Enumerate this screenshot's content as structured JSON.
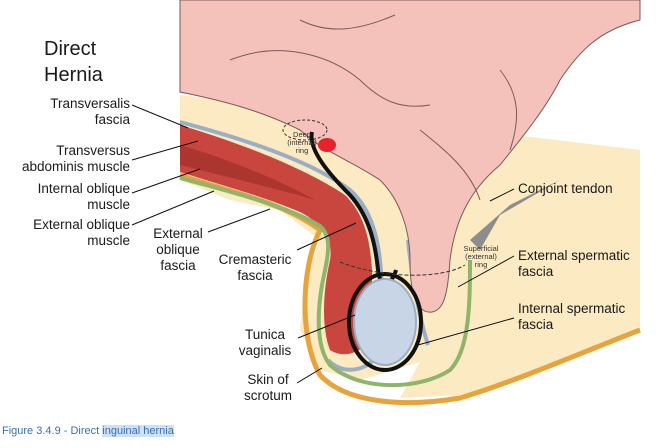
{
  "title": [
    "Direct",
    "Hernia"
  ],
  "labels": {
    "transversalis": [
      "Transversalis",
      "fascia"
    ],
    "transversus": [
      "Transversus",
      "abdominis muscle"
    ],
    "internal_oblique": [
      "Internal oblique",
      "muscle"
    ],
    "external_oblique": [
      "External oblique",
      "muscle"
    ],
    "external_oblique_fascia": [
      "External",
      "oblique",
      "fascia"
    ],
    "cremasteric": [
      "Cremasteric",
      "fascia"
    ],
    "tunica": [
      "Tunica",
      "vaginalis"
    ],
    "skin": [
      "Skin of",
      "scrotum"
    ],
    "conjoint": "Conjoint tendon",
    "external_spermatic": [
      "External spermatic",
      "fascia"
    ],
    "internal_spermatic": [
      "Internal spermatic",
      "fascia"
    ],
    "deep_ring": [
      "Deep",
      "(internal)",
      "ring"
    ],
    "superficial_ring": [
      "Superficial",
      "(external)",
      "ring"
    ]
  },
  "caption": {
    "prefix": "Figure 3.4.9 - Direct ",
    "highlight": "inguinal hernia"
  },
  "colors": {
    "intestine": "#f4c2bb",
    "intestine_line": "#7a5a57",
    "fat": "#fbeac2",
    "muscle": "#c9463e",
    "muscle_dark": "#9e2f2a",
    "fascia_blue": "#9aaec6",
    "fascia_green": "#8fb46c",
    "fascia_orange": "#e7a33c",
    "pink_lining": "#f1aeb0",
    "testis": "#c8d5e6",
    "gray_tendon": "#8d8d8d",
    "red_dot": "#e8222a"
  }
}
